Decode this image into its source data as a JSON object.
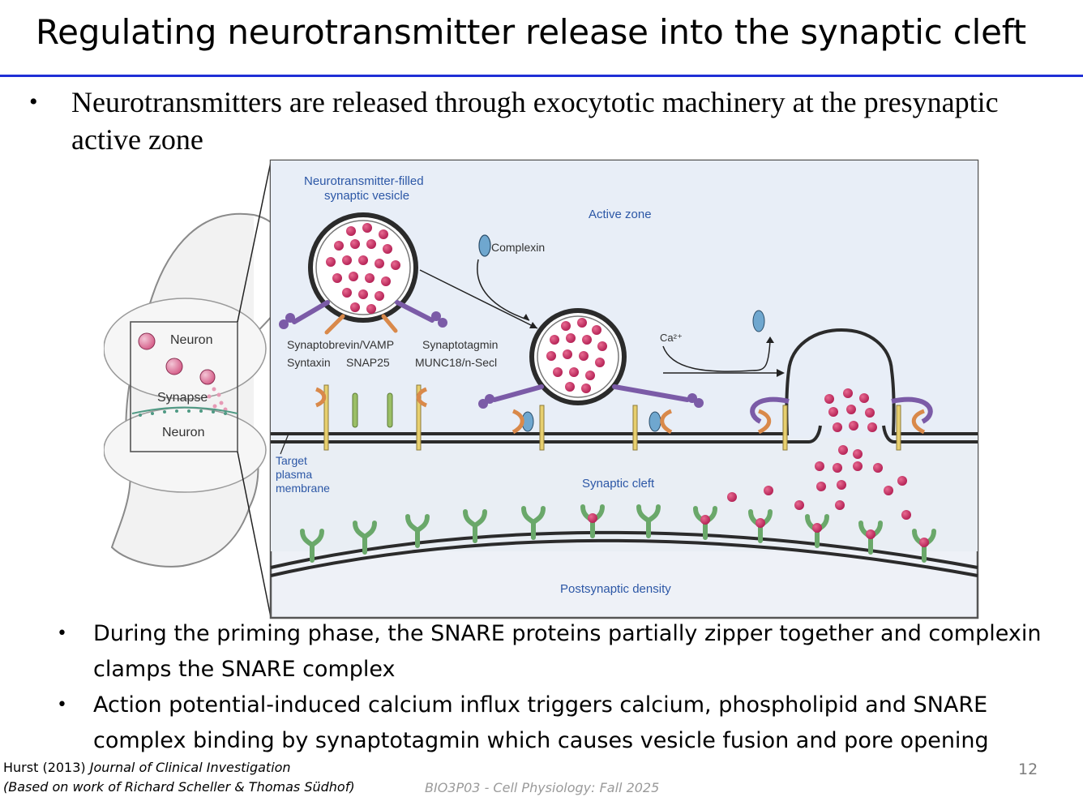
{
  "slide": {
    "title": "Regulating neurotransmitter release into the synaptic cleft",
    "intro_bullet": "Neurotransmitters are released through exocytotic machinery at the presynaptic active zone",
    "bullet_glyph": "•"
  },
  "figure": {
    "labels": {
      "vesicle": "Neurotransmitter-filled synaptic vesicle",
      "vesicle_line1": "Neurotransmitter-filled",
      "vesicle_line2": "synaptic vesicle",
      "active_zone": "Active zone",
      "complexin": "Complexin",
      "synaptobrevin": "Synaptobrevin/VAMP",
      "synaptotagmin": "Synaptotagmin",
      "syntaxin": "Syntaxin",
      "snap25": "SNAP25",
      "munc18": "MUNC18/n-Secl",
      "calcium": "Ca²⁺",
      "target_line1": "Target",
      "target_line2": "plasma",
      "target_line3": "membrane",
      "synaptic_cleft": "Synaptic cleft",
      "postsynaptic_density": "Postsynaptic density",
      "neuron_top": "Neuron",
      "synapse": "Synapse",
      "neuron_bottom": "Neuron"
    },
    "colors": {
      "label_blue": "#2c57a6",
      "panel_bg": "#eef1f7",
      "vesicle_dot": "#c8285e",
      "receptor_green": "#6aa86a",
      "snare_purple": "#7b5ba7",
      "snare_orange": "#d9894a",
      "syntaxin_yellow": "#e7cf6e",
      "snap_green": "#9bbf66",
      "complexin_blue": "#6fa7cf"
    }
  },
  "bullets": [
    "During the priming phase, the SNARE proteins partially zipper together and complexin clamps the SNARE complex",
    "Action potential-induced calcium influx triggers calcium, phospholipid and SNARE complex binding by synaptotagmin which causes vesicle fusion and pore opening"
  ],
  "footer": {
    "citation_author": "Hurst (2013) ",
    "citation_journal": "Journal of Clinical Investigation",
    "citation_note": "(Based on work of Richard Scheller & Thomas Südhof)",
    "course": "BIO3P03 - Cell Physiology: Fall 2025",
    "page_number": "12"
  }
}
